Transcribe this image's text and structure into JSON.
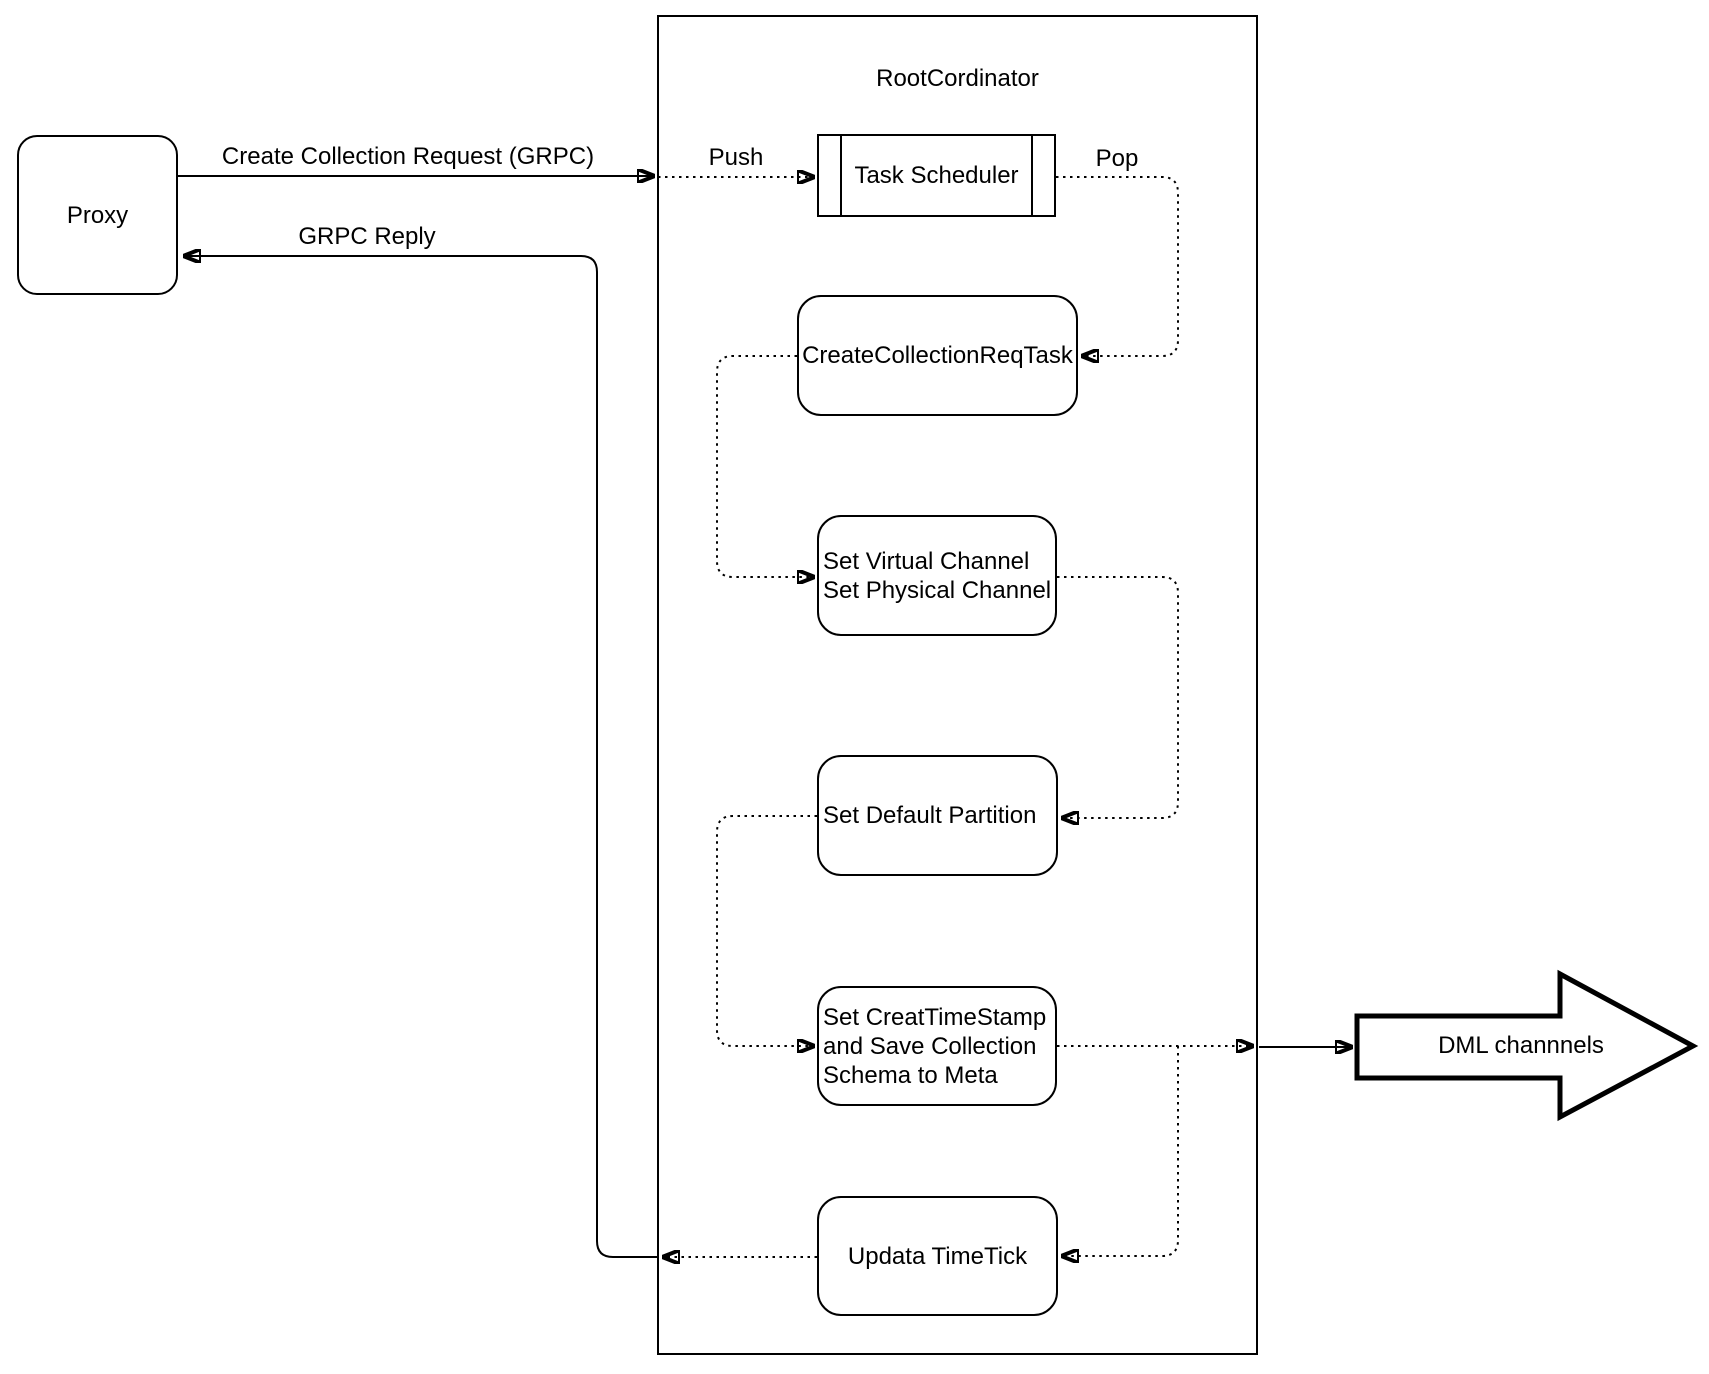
{
  "diagram": {
    "proxy": {
      "label": "Proxy"
    },
    "root_coordinator": {
      "title": "RootCordinator"
    },
    "nodes": {
      "task_scheduler": {
        "label": "Task Scheduler"
      },
      "create_collection_req_task": {
        "label": "CreateCollectionReqTask"
      },
      "set_channels": {
        "label": "Set Virtual Channel\nSet Physical Channel"
      },
      "set_default_partition": {
        "label": "Set Default Partition"
      },
      "set_create_timestamp": {
        "label": "Set CreatTimeStamp\nand Save Collection\nSchema to Meta"
      },
      "update_timetick": {
        "label": "Updata TimeTick"
      }
    },
    "edges": {
      "create_collection_request": "Create Collection Request (GRPC)",
      "grpc_reply": "GRPC Reply",
      "push": "Push",
      "pop": "Pop"
    },
    "dml_channels": {
      "label": "DML channnels"
    },
    "colors": {
      "stroke": "#000000",
      "background": "#ffffff"
    }
  }
}
